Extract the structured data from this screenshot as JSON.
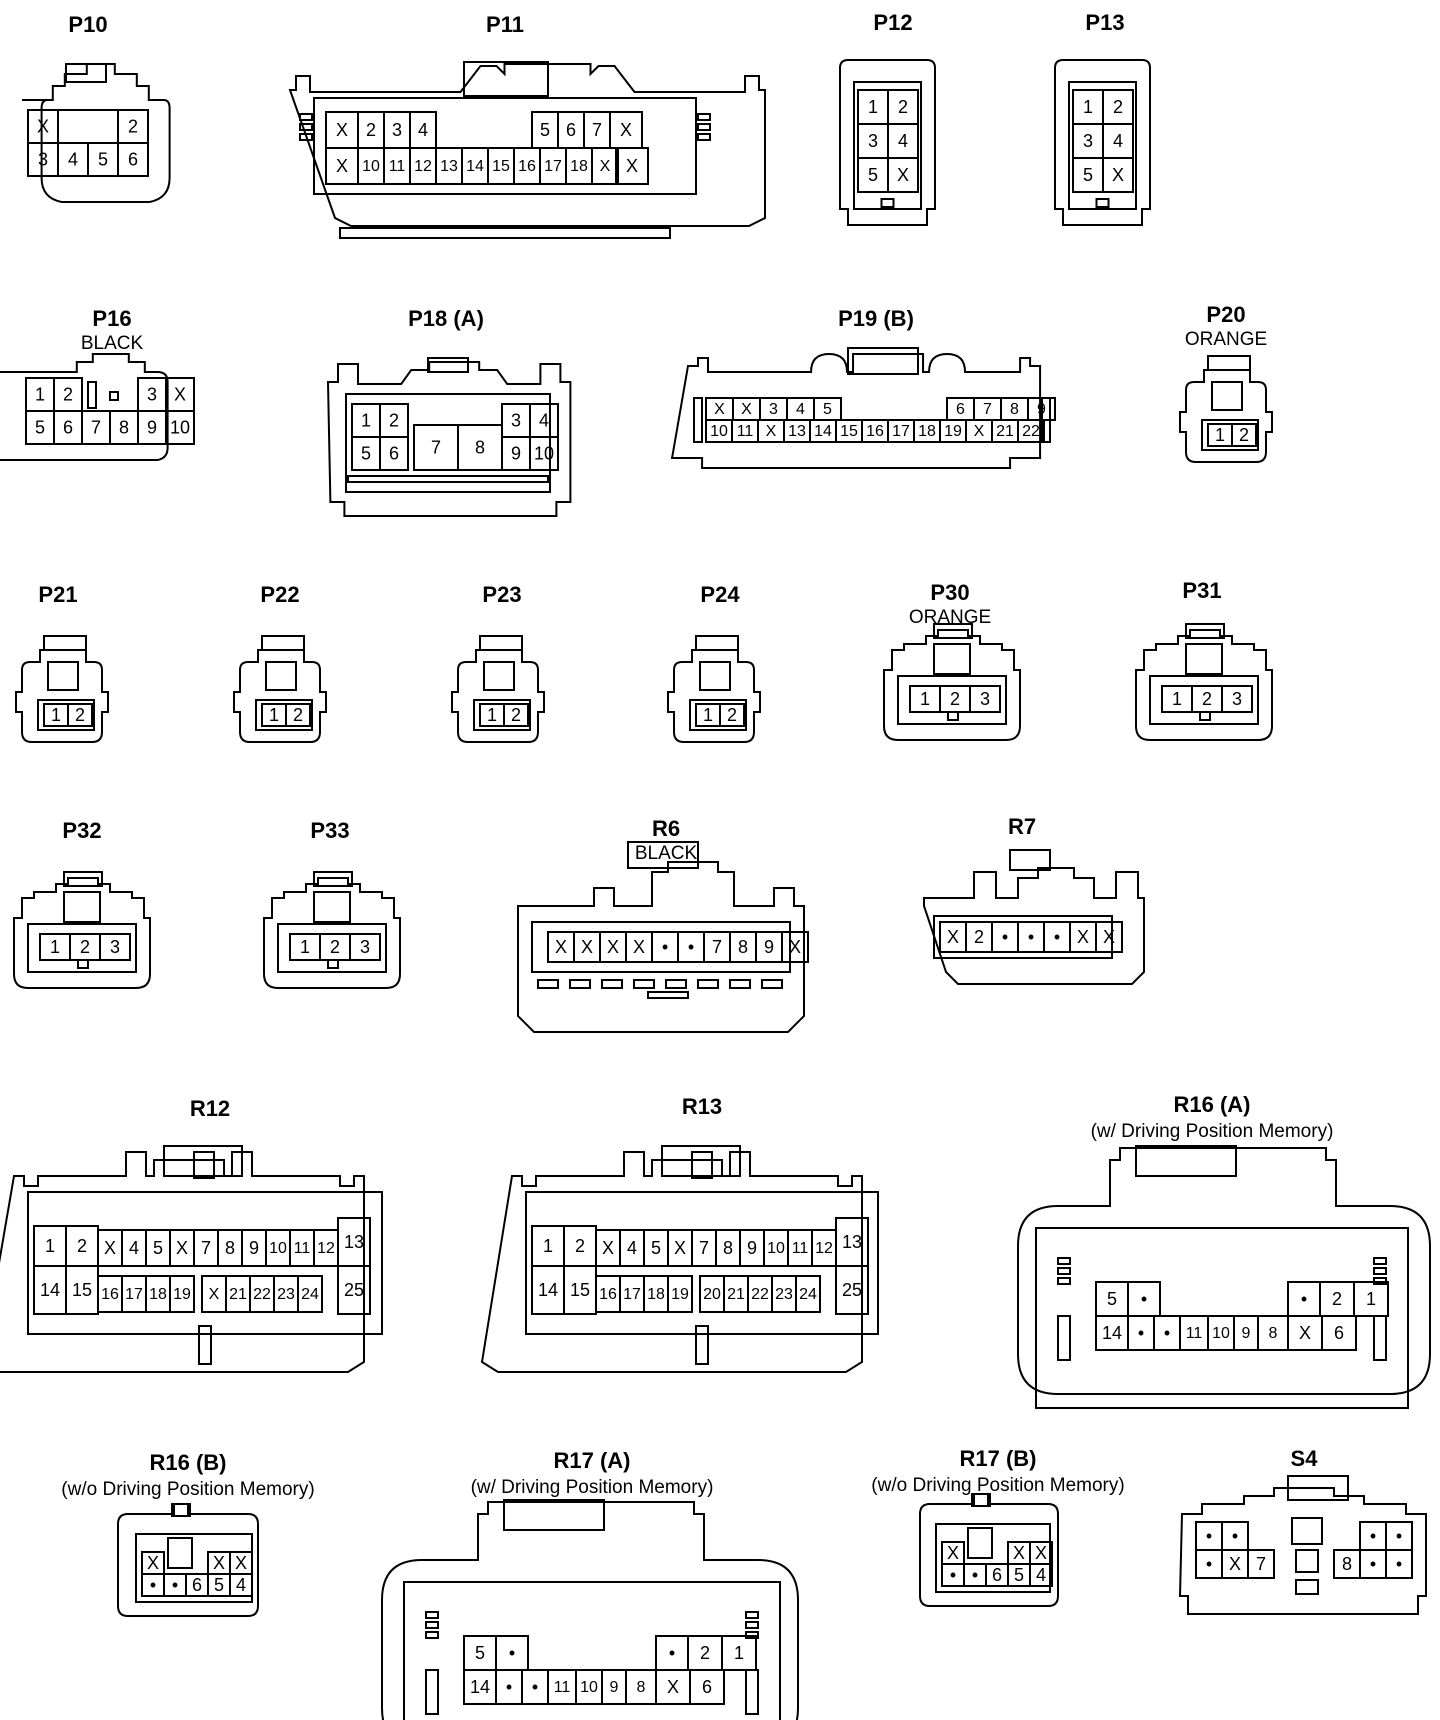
{
  "connectors": [
    {
      "id": "p10",
      "title": "P10",
      "subtitle": "",
      "rows": [
        [
          "X",
          "",
          "2"
        ],
        [
          "3",
          "4",
          "5",
          "6"
        ]
      ]
    },
    {
      "id": "p11",
      "title": "P11",
      "subtitle": "",
      "rows": [
        [
          "X",
          "2",
          "3",
          "4",
          "5",
          "6",
          "7",
          "X"
        ],
        [
          "X",
          "10",
          "11",
          "12",
          "13",
          "14",
          "15",
          "16",
          "17",
          "18",
          "X",
          "X"
        ]
      ]
    },
    {
      "id": "p12",
      "title": "P12",
      "subtitle": "",
      "rows": [
        [
          "1",
          "2"
        ],
        [
          "3",
          "4"
        ],
        [
          "5",
          "X"
        ]
      ]
    },
    {
      "id": "p13",
      "title": "P13",
      "subtitle": "",
      "rows": [
        [
          "1",
          "2"
        ],
        [
          "3",
          "4"
        ],
        [
          "5",
          "X"
        ]
      ]
    },
    {
      "id": "p16",
      "title": "P16",
      "subtitle": "BLACK",
      "rows": [
        [
          "1",
          "2",
          "3",
          "X"
        ],
        [
          "5",
          "6",
          "7",
          "8",
          "9",
          "10"
        ]
      ]
    },
    {
      "id": "p18",
      "title": "P18 (A)",
      "subtitle": "",
      "rows": [
        [
          "1",
          "2",
          "3",
          "4"
        ],
        [
          "5",
          "6",
          "7",
          "8",
          "9",
          "10"
        ]
      ]
    },
    {
      "id": "p19",
      "title": "P19 (B)",
      "subtitle": "",
      "rows": [
        [
          "X",
          "X",
          "3",
          "4",
          "5",
          "6",
          "7",
          "8",
          "9"
        ],
        [
          "10",
          "11",
          "X",
          "13",
          "14",
          "15",
          "16",
          "17",
          "18",
          "19",
          "X",
          "21",
          "22"
        ]
      ]
    },
    {
      "id": "p20",
      "title": "P20",
      "subtitle": "ORANGE",
      "rows": [
        [
          "1",
          "2"
        ]
      ]
    },
    {
      "id": "p21",
      "title": "P21",
      "subtitle": "",
      "rows": [
        [
          "1",
          "2"
        ]
      ]
    },
    {
      "id": "p22",
      "title": "P22",
      "subtitle": "",
      "rows": [
        [
          "1",
          "2"
        ]
      ]
    },
    {
      "id": "p23",
      "title": "P23",
      "subtitle": "",
      "rows": [
        [
          "1",
          "2"
        ]
      ]
    },
    {
      "id": "p24",
      "title": "P24",
      "subtitle": "",
      "rows": [
        [
          "1",
          "2"
        ]
      ]
    },
    {
      "id": "p30",
      "title": "P30",
      "subtitle": "ORANGE",
      "rows": [
        [
          "1",
          "2",
          "3"
        ]
      ]
    },
    {
      "id": "p31",
      "title": "P31",
      "subtitle": "",
      "rows": [
        [
          "1",
          "2",
          "3"
        ]
      ]
    },
    {
      "id": "p32",
      "title": "P32",
      "subtitle": "",
      "rows": [
        [
          "1",
          "2",
          "3"
        ]
      ]
    },
    {
      "id": "p33",
      "title": "P33",
      "subtitle": "",
      "rows": [
        [
          "1",
          "2",
          "3"
        ]
      ]
    },
    {
      "id": "r6",
      "title": "R6",
      "subtitle": "BLACK",
      "rows": [
        [
          "X",
          "X",
          "X",
          "X",
          "•",
          "•",
          "7",
          "8",
          "9",
          "X"
        ]
      ]
    },
    {
      "id": "r7",
      "title": "R7",
      "subtitle": "",
      "rows": [
        [
          "X",
          "2",
          "•",
          "•",
          "•",
          "X",
          "X"
        ]
      ]
    },
    {
      "id": "r12",
      "title": "R12",
      "subtitle": "",
      "rows": [
        [
          "1",
          "2",
          "X",
          "4",
          "5",
          "X",
          "7",
          "8",
          "9",
          "10",
          "11",
          "12",
          "13"
        ],
        [
          "14",
          "15",
          "16",
          "17",
          "18",
          "19",
          "X",
          "21",
          "22",
          "23",
          "24",
          "25"
        ]
      ]
    },
    {
      "id": "r13",
      "title": "R13",
      "subtitle": "",
      "rows": [
        [
          "1",
          "2",
          "X",
          "4",
          "5",
          "X",
          "7",
          "8",
          "9",
          "10",
          "11",
          "12",
          "13"
        ],
        [
          "14",
          "15",
          "16",
          "17",
          "18",
          "19",
          "20",
          "21",
          "22",
          "23",
          "24",
          "25"
        ]
      ]
    },
    {
      "id": "r16a",
      "title": "R16 (A)",
      "subtitle": "(w/ Driving Position Memory)",
      "rows": [
        [
          "5",
          "•",
          "•",
          "2",
          "1"
        ],
        [
          "14",
          "•",
          "•",
          "11",
          "10",
          "9",
          "8",
          "X",
          "6"
        ]
      ]
    },
    {
      "id": "r16b",
      "title": "R16 (B)",
      "subtitle": "(w/o Driving Position Memory)",
      "rows": [
        [
          "X",
          "X",
          "X"
        ],
        [
          "•",
          "•",
          "6",
          "5",
          "4"
        ]
      ]
    },
    {
      "id": "r17a",
      "title": "R17 (A)",
      "subtitle": "(w/ Driving Position Memory)",
      "rows": [
        [
          "5",
          "•",
          "•",
          "2",
          "1"
        ],
        [
          "14",
          "•",
          "•",
          "11",
          "10",
          "9",
          "8",
          "X",
          "6"
        ]
      ]
    },
    {
      "id": "r17b",
      "title": "R17 (B)",
      "subtitle": "(w/o Driving Position Memory)",
      "rows": [
        [
          "X",
          "X",
          "X"
        ],
        [
          "•",
          "•",
          "6",
          "5",
          "4"
        ]
      ]
    },
    {
      "id": "s4",
      "title": "S4",
      "subtitle": "",
      "rows": [
        [
          "•",
          "•",
          "•",
          "•"
        ],
        [
          "•",
          "X",
          "7",
          "8",
          "•",
          "•"
        ]
      ]
    }
  ]
}
